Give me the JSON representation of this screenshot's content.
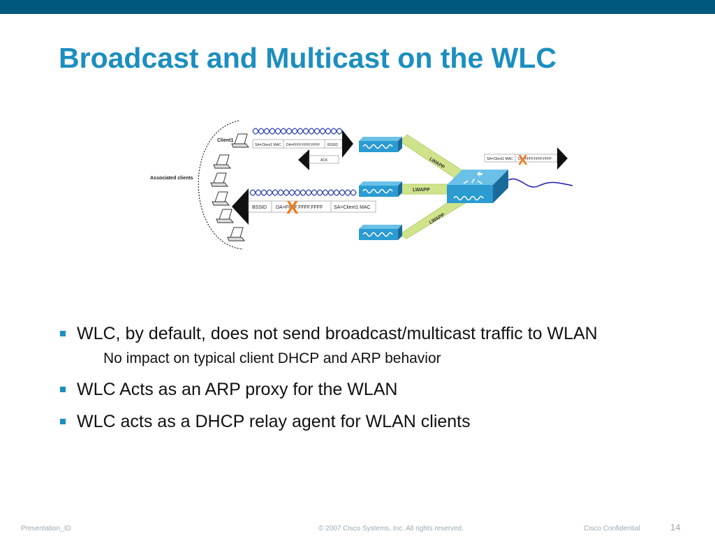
{
  "slide": {
    "title": "Broadcast and Multicast on the WLC",
    "accent_color": "#1b8ec0",
    "bar_color": "#00577e"
  },
  "diagram": {
    "associated_clients_label": "Associated clients",
    "client1_label": "Client1",
    "top_frame": [
      "SA=Client1 MAC",
      "DA=FFFF.FFFF.FFFF",
      "BSSID"
    ],
    "ack_label": "ACK",
    "bottom_frame": [
      "BSSID",
      "DA=FFFF.FFFF.FFFF",
      "SA=Client1 MAC"
    ],
    "right_frame": [
      "SA=Client1 MAC",
      "DA=FFFF.FFFF.FFFF"
    ],
    "lwapp_labels": [
      "LWAPP",
      "LWAPP",
      "LWAPP"
    ],
    "blocked_mark": "X"
  },
  "bullets": [
    {
      "level": 1,
      "text": "WLC, by default, does not send broadcast/multicast traffic to WLAN"
    },
    {
      "level": 2,
      "text": "No impact on typical client DHCP and ARP behavior"
    },
    {
      "level": 1,
      "text": "WLC Acts as an ARP proxy for the WLAN"
    },
    {
      "level": 1,
      "text": "WLC acts as a DHCP relay agent for WLAN clients"
    }
  ],
  "footer": {
    "left": "Presentation_ID",
    "center": "© 2007 Cisco Systems, Inc. All rights reserved.",
    "right": "Cisco Confidential",
    "page_number": "14"
  }
}
